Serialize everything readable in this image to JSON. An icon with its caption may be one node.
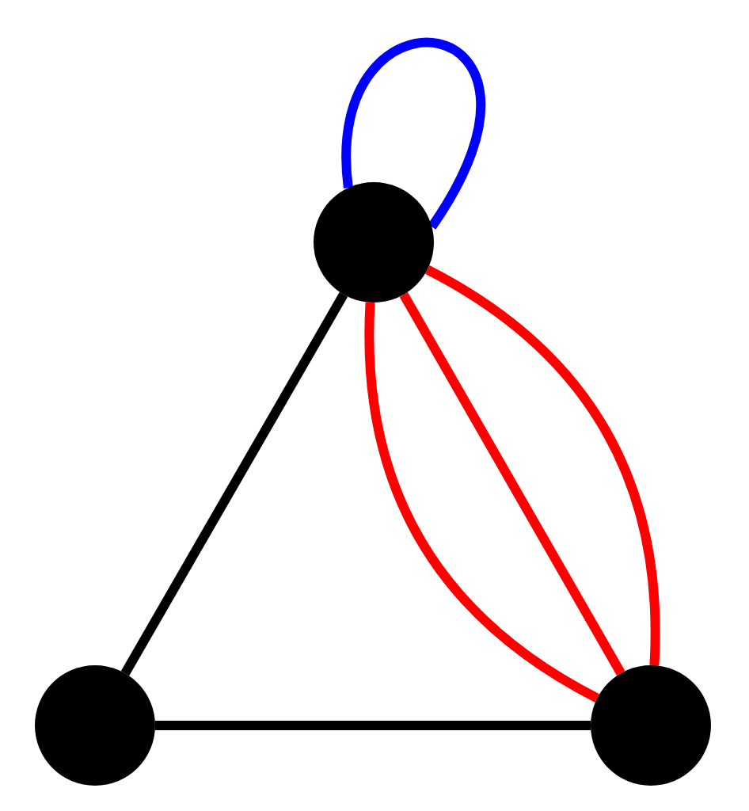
{
  "diagram": {
    "nodes": [
      {
        "text": [],
        "shape": "circle"
      },
      {
        "text": [],
        "shape": "circle"
      },
      {
        "text": [],
        "shape": "circle"
      }
    ],
    "edges": [
      {
        "from": 0,
        "to": 0,
        "arrow": "none",
        "color": "#0000ff"
      },
      {
        "from": 0,
        "to": 1,
        "arrow": "none",
        "color": "#000000"
      },
      {
        "from": 1,
        "to": 2,
        "arrow": "none",
        "color": "#000000"
      },
      {
        "from": 0,
        "to": 2,
        "arrow": "none",
        "color": "#ff0000"
      },
      {
        "from": 0,
        "to": 2,
        "arrow": "none",
        "color": "#ff0000"
      },
      {
        "from": 0,
        "to": 2,
        "arrow": "none",
        "color": "#ff0000"
      }
    ]
  }
}
